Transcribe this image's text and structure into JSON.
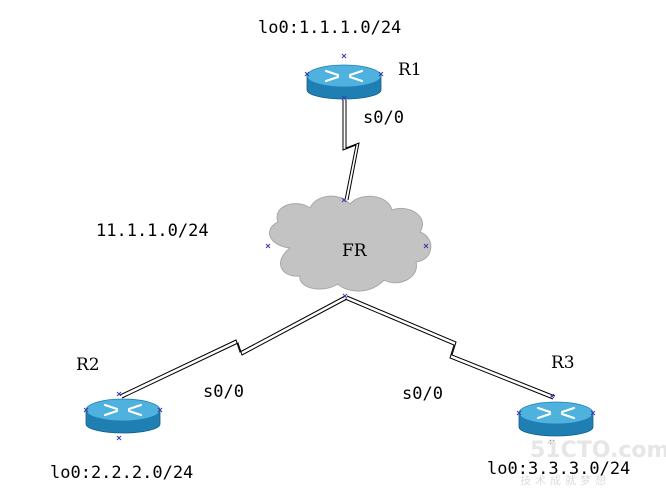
{
  "routers": {
    "r1": {
      "name": "R1",
      "loopback": "lo0:1.1.1.0/24",
      "interface": "s0/0"
    },
    "r2": {
      "name": "R2",
      "loopback": "lo0:2.2.2.0/24",
      "interface": "s0/0"
    },
    "r3": {
      "name": "R3",
      "loopback": "lo0:3.3.3.0/24",
      "interface": "s0/0"
    }
  },
  "cloud": {
    "label": "FR",
    "network": "11.1.1.0/24"
  },
  "watermark": {
    "main": "51CTO.com",
    "sub": "技术成就梦想"
  },
  "colors": {
    "router_top": "#4fb1dd",
    "router_side": "#1f7fb3",
    "cloud_fill": "#c3c3c3",
    "link": "#000000",
    "marker": "#3a3aa8"
  },
  "icons": {
    "router": "router-icon",
    "cloud": "cloud-icon",
    "serial_link": "serial-link-icon"
  }
}
